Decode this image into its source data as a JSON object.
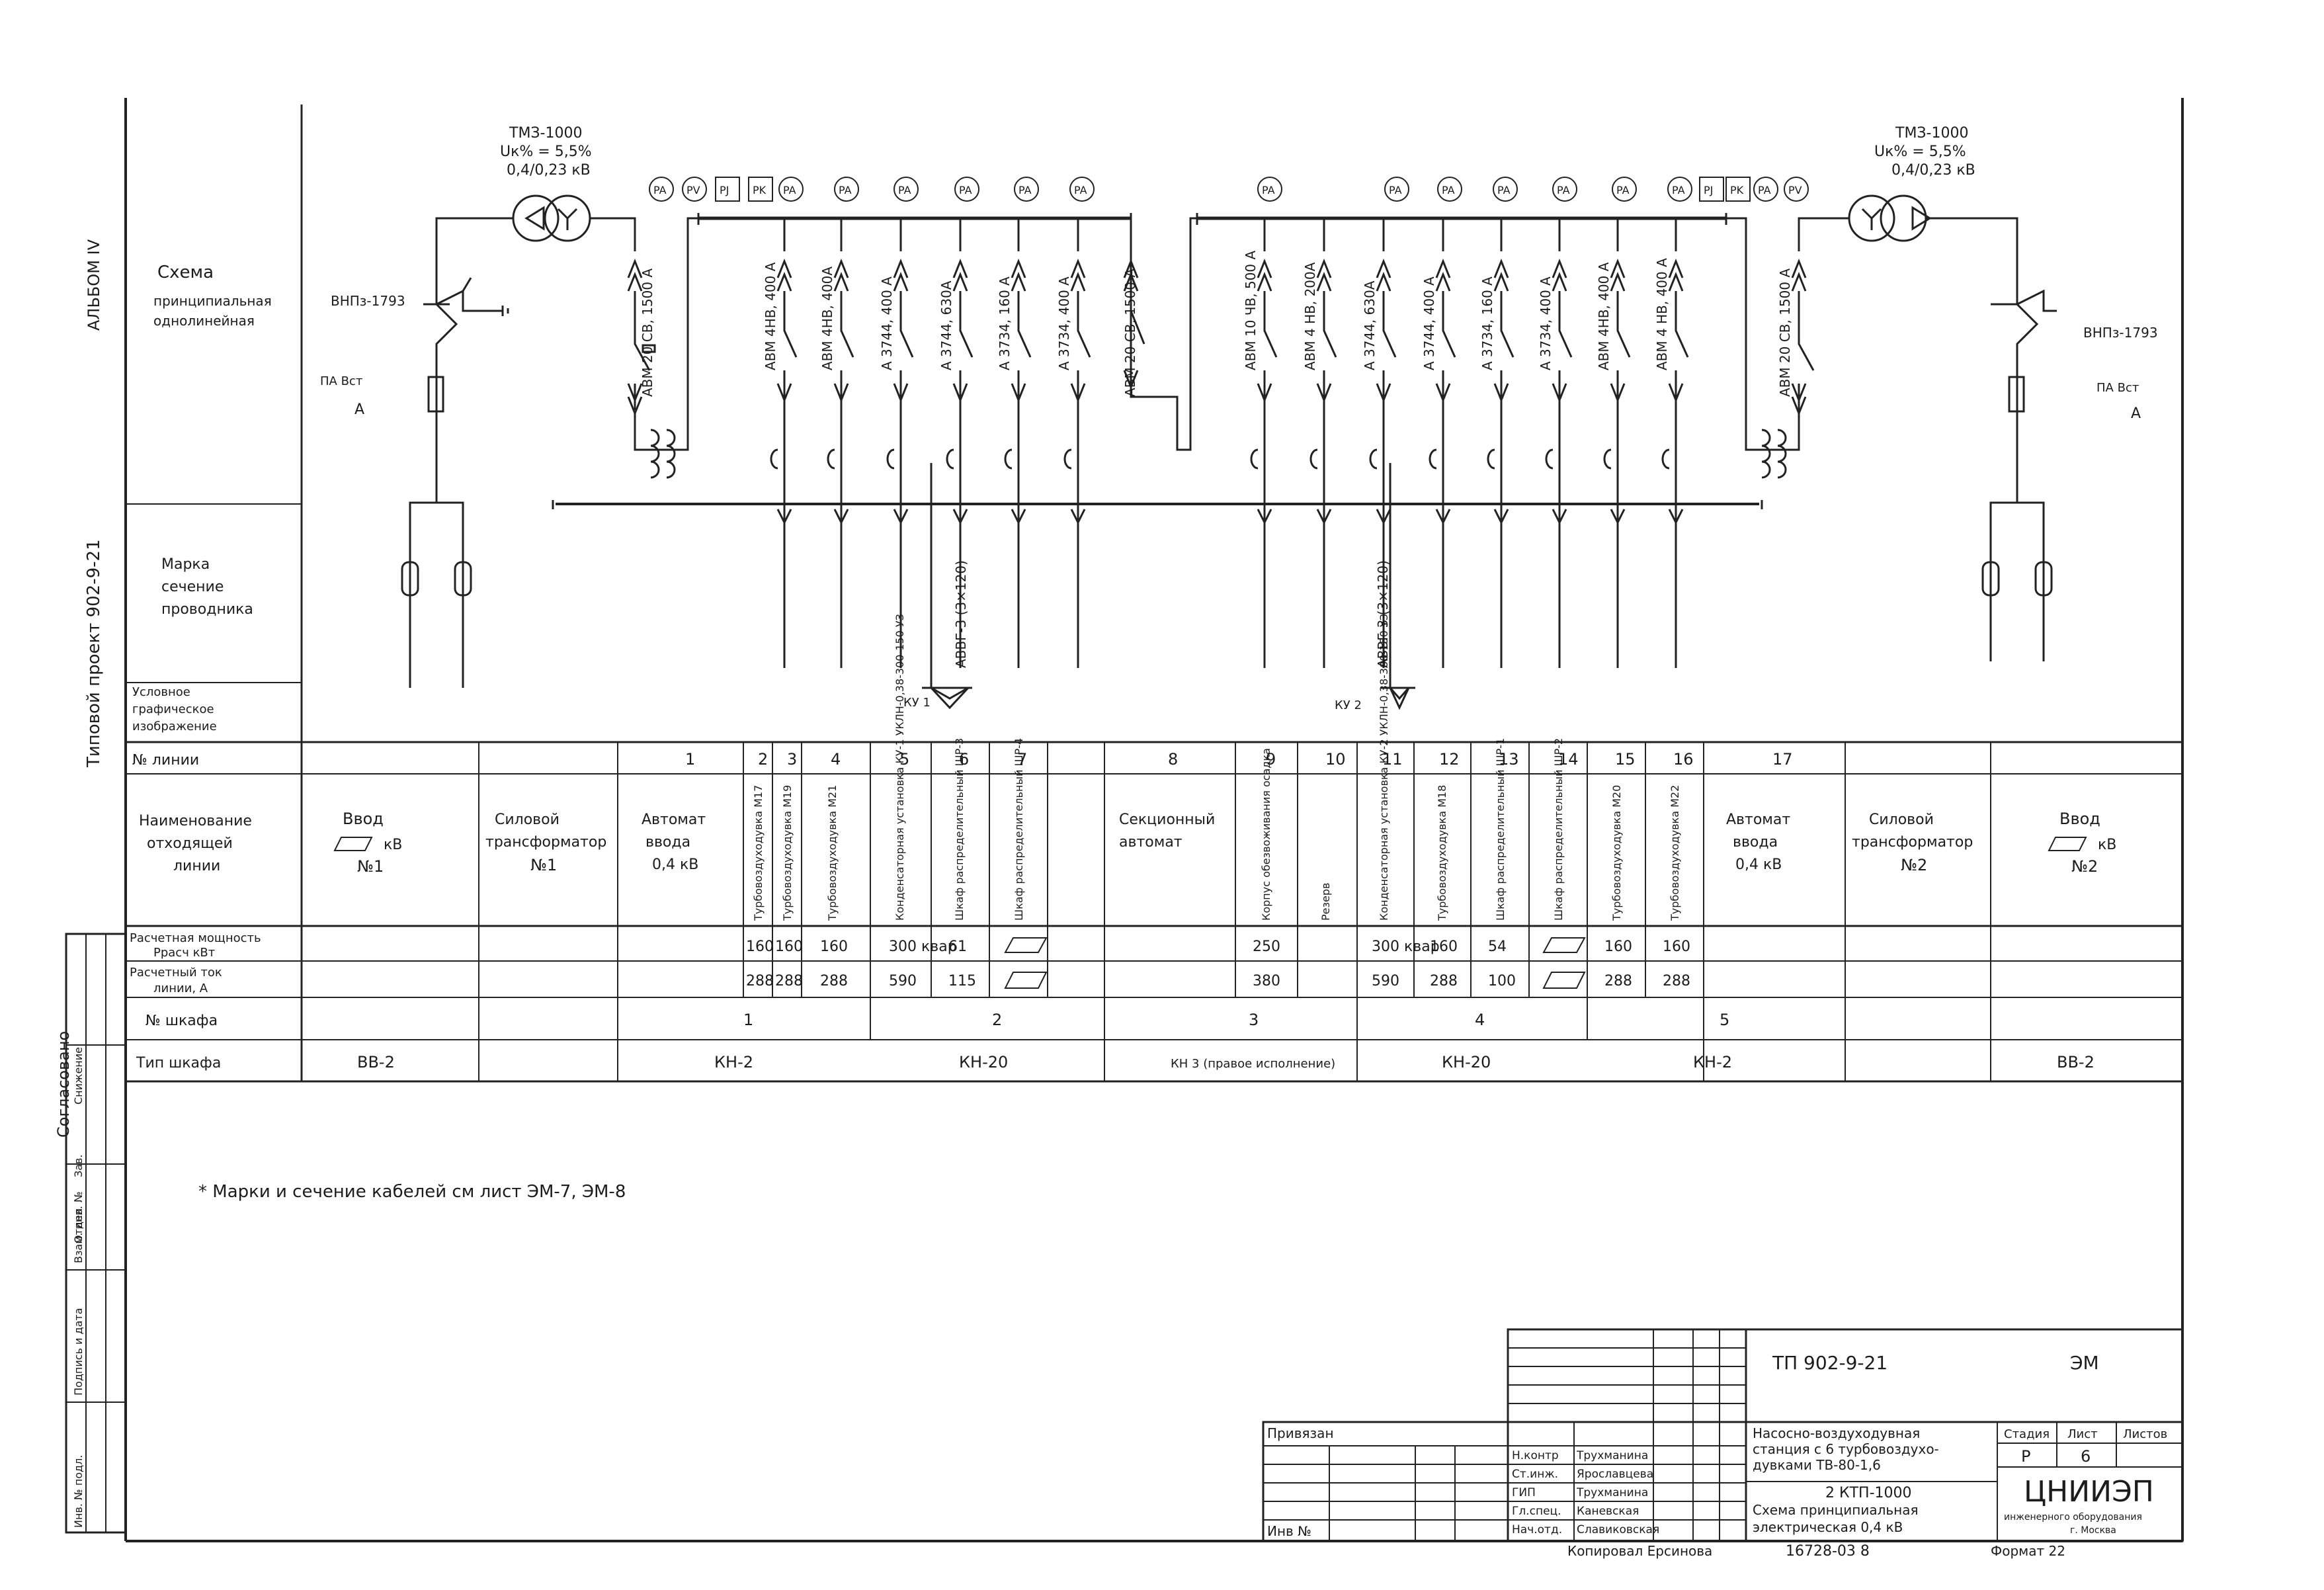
{
  "side": {
    "album": "АЛЬБОМ IV",
    "project": "Типовой проект 902-9-21",
    "agreed": "Согласовано",
    "stamp_cols": [
      "Инв. № подл.",
      "Подпись и дата",
      "Взам. инв. №"
    ],
    "stamp_small": [
      "Отдел",
      "Зав.",
      "Снижение"
    ]
  },
  "labels": {
    "scheme": [
      "Схема",
      "принципиальная",
      "однолинейная"
    ],
    "mark": [
      "Марка",
      "сечение",
      "проводника"
    ],
    "symbol": [
      "Условное",
      "графическое",
      "изображение"
    ],
    "line_no": "№ линии",
    "name": [
      "Наименование",
      "отходящей",
      "линии"
    ],
    "power": [
      "Расчетная мощность",
      "Ррасч кВт"
    ],
    "current": [
      "Расчетный ток",
      "линии, А"
    ],
    "cabinet_no": "№ шкафа",
    "cabinet_type": "Тип шкафа"
  },
  "scheme": {
    "tr_left": [
      "ТМЗ-1000",
      "Uк% = 5,5%",
      "0,4/0,23 кВ"
    ],
    "tr_right": [
      "ТМЗ-1000",
      "Uк% = 5,5%",
      "0,4/0,23 кВ"
    ],
    "vip_left": "ВНПз-1793",
    "vip_right": "ВНПз-1793",
    "pa_left": [
      "ПА Вст",
      "А"
    ],
    "pa_right": [
      "ПА Вст",
      "А"
    ],
    "meters_left": [
      "PA",
      "PV",
      "PJ",
      "PK",
      "PA",
      "PA",
      "PA",
      "PA",
      "PA",
      "PA"
    ],
    "meters_right": [
      "PA",
      "PA",
      "PA",
      "PA",
      "PA",
      "PA",
      "PA",
      "PJ",
      "PK",
      "PA",
      "PV"
    ],
    "breakers": [
      "АВМ 20 СВ, 1500 А",
      "АВМ 4НВ, 400 А",
      "АВМ 4НВ, 400А",
      "А 3744, 400 А",
      "А 3744, 630А",
      "А 3734, 160 А",
      "А 3734, 400 А",
      "АВМ 20 СВ, 1500 А",
      "АВМ 10 ЧВ, 500 А",
      "АВМ 4 НВ, 200А",
      "А 3744, 630А",
      "А 3744, 400 А",
      "А 3734, 160 А",
      "А 3734, 400 А",
      "АВМ 4НВ, 400 А",
      "АВМ 4 НВ, 400 А",
      "АВМ 20 СВ, 1500 А"
    ],
    "cable1": "АВВГ-3 (3×120)",
    "cable2": "АВВГ-3 (3×120)",
    "ku1": "КУ 1",
    "ku2": "КУ 2"
  },
  "table": {
    "col_numbers": [
      "1",
      "2",
      "3",
      "4",
      "5",
      "6",
      "7",
      "8",
      "9",
      "10",
      "11",
      "12",
      "13",
      "14",
      "15",
      "16",
      "17"
    ],
    "vvod1": [
      "Ввод",
      "кВ",
      "№1"
    ],
    "tr1": [
      "Силовой",
      "трансформатор",
      "№1"
    ],
    "avt1": [
      "Автомат",
      "ввода",
      "0,4 кВ"
    ],
    "lines": [
      "Турбовоздуходувка М17",
      "Турбовоздуходувка М19",
      "Турбовоздуходувка М21",
      "Конденсаторная установка КУ-1 УКЛН-0,38-300-150 УЗ",
      "Шкаф распределительный ШР-3",
      "Шкаф распределительный ШР-4",
      "",
      "Корпус обезвоживания осадка",
      "Резерв",
      "Конденсаторная установка КУ-2 УКЛН-0,38-300-150 УЗ",
      "Турбовоздуходувка М18",
      "Шкаф распределительный ШР-1",
      "Шкаф распределительный ШР-2",
      "Турбовоздуходувка М20",
      "Турбовоздуходувка М22"
    ],
    "sect": [
      "Секционный",
      "автомат"
    ],
    "avt2": [
      "Автомат",
      "ввода",
      "0,4 кВ"
    ],
    "tr2": [
      "Силовой",
      "трансформатор",
      "№2"
    ],
    "vvod2": [
      "Ввод",
      "кВ",
      "№2"
    ],
    "power": [
      "160",
      "160",
      "160",
      "300 квар",
      "61",
      "",
      "",
      "250",
      "",
      "300 квар",
      "160",
      "54",
      "",
      "160",
      "160"
    ],
    "current": [
      "288",
      "288",
      "288",
      "590",
      "115",
      "",
      "",
      "380",
      "",
      "590",
      "288",
      "100",
      "",
      "288",
      "288"
    ],
    "cab_no": [
      "1",
      "2",
      "3",
      "4",
      "5"
    ],
    "cab_type": [
      "ВВ-2",
      "КН-2",
      "КН-20",
      "КН 3 (правое исполнение)",
      "КН-20",
      "КН-2",
      "ВВ-2"
    ]
  },
  "note": "* Марки и сечение кабелей см лист ЭМ-7, ЭМ-8",
  "title_block": {
    "project": "ТП 902-9-21",
    "mark": "ЭМ",
    "bound": "Привязан",
    "inv": "Инв №",
    "roles": [
      "Н.контр",
      "Ст.инж.",
      "ГИП",
      "Гл.спец.",
      "Нач.отд."
    ],
    "names": [
      "Трухманина",
      "Ярославцева",
      "Трухманина",
      "Каневская",
      "Славиковская"
    ],
    "object": [
      "Насосно-воздуходувная",
      "станция с 6 турбовоздухо-",
      "дувками ТВ-80-1,6"
    ],
    "sheet_title": [
      "2 КТП-1000",
      "Схема принципиальная",
      "электрическая 0,4 кВ"
    ],
    "stage_h": "Стадия",
    "sheet_h": "Лист",
    "sheets_h": "Листов",
    "stage": "Р",
    "sheet": "6",
    "org": "ЦНИИЭП",
    "org_sub": [
      "инженерного оборудования",
      "г. Москва"
    ],
    "copied": "Копировал Ерсинова",
    "number": "16728-03 8",
    "format": "Формат 22"
  }
}
